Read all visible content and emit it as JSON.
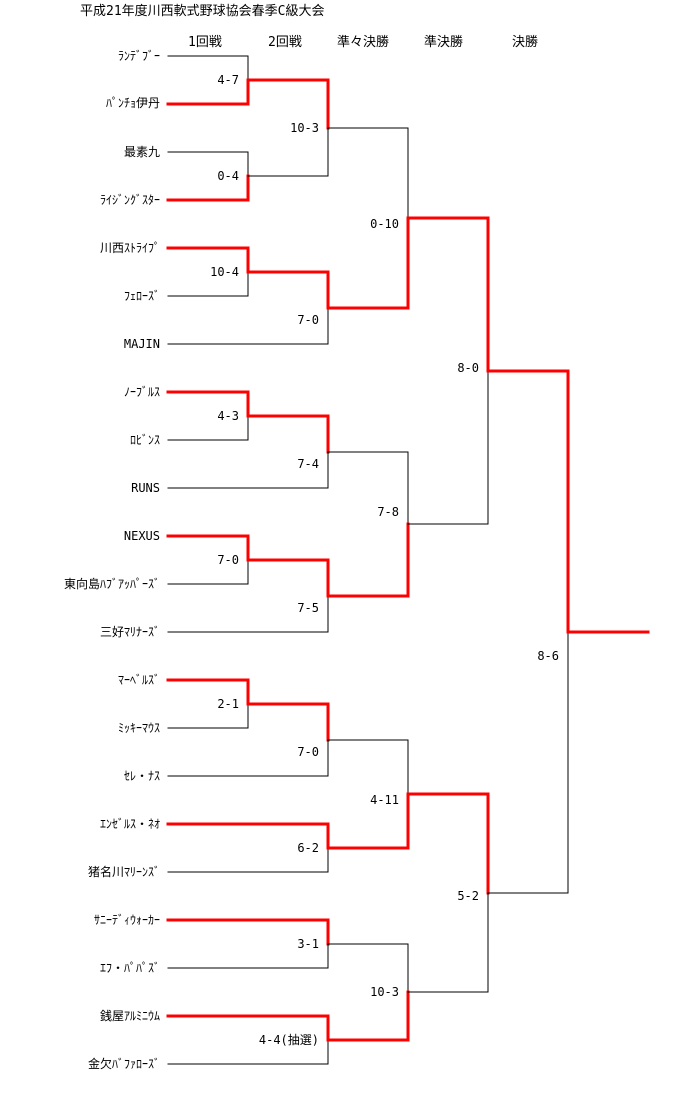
{
  "title": "平成21年度川西軟式野球協会春季C級大会",
  "rounds": [
    "1回戦",
    "2回戦",
    "準々決勝",
    "準決勝",
    "決勝"
  ],
  "teams": [
    "ﾗﾝﾃﾞﾌﾞｰ",
    "ﾊﾟﾝﾁｮ伊丹",
    "最素九",
    "ﾗｲｼﾞﾝｸﾞｽﾀｰ",
    "川西ｽﾄﾗｲﾌﾟ",
    "ﾌｪﾛｰｽﾞ",
    "MAJIN",
    "ﾉｰﾌﾞﾙｽ",
    "ﾛﾋﾞﾝｽ",
    "RUNS",
    "NEXUS",
    "東向島ﾊﾌﾞｱｯﾊﾟｰｽﾞ",
    "三好ﾏﾘﾅｰｽﾞ",
    "ﾏｰﾍﾞﾙｽﾞ",
    "ﾐｯｷｰﾏｳｽ",
    "ｾﾚ・ﾅｽ",
    "ｴﾝｾﾞﾙｽ・ﾈｵ",
    "猪名川ﾏﾘｰﾝｽﾞ",
    "ｻﾆｰﾃﾞｨｳｫｰｶｰ",
    "ｴﾌ・ﾊﾟﾊﾟｽﾞ",
    "銭屋ｱﾙﾐﾆｳﾑ",
    "金欠ﾊﾞﾌｧﾛｰｽﾞ"
  ],
  "scores": {
    "r1": [
      "4-7",
      "0-4",
      "10-4",
      "4-3",
      "7-0",
      "2-1"
    ],
    "r2": [
      "10-3",
      "7-0",
      "7-4",
      "7-5",
      "7-0",
      "6-2",
      "3-1",
      "4-4(抽選)"
    ],
    "qf": [
      "0-10",
      "7-8",
      "4-11",
      "10-3"
    ],
    "sf": [
      "8-0",
      "5-2"
    ],
    "final": "8-6"
  },
  "colors": {
    "winner": "#ff0000",
    "line": "#000000"
  }
}
